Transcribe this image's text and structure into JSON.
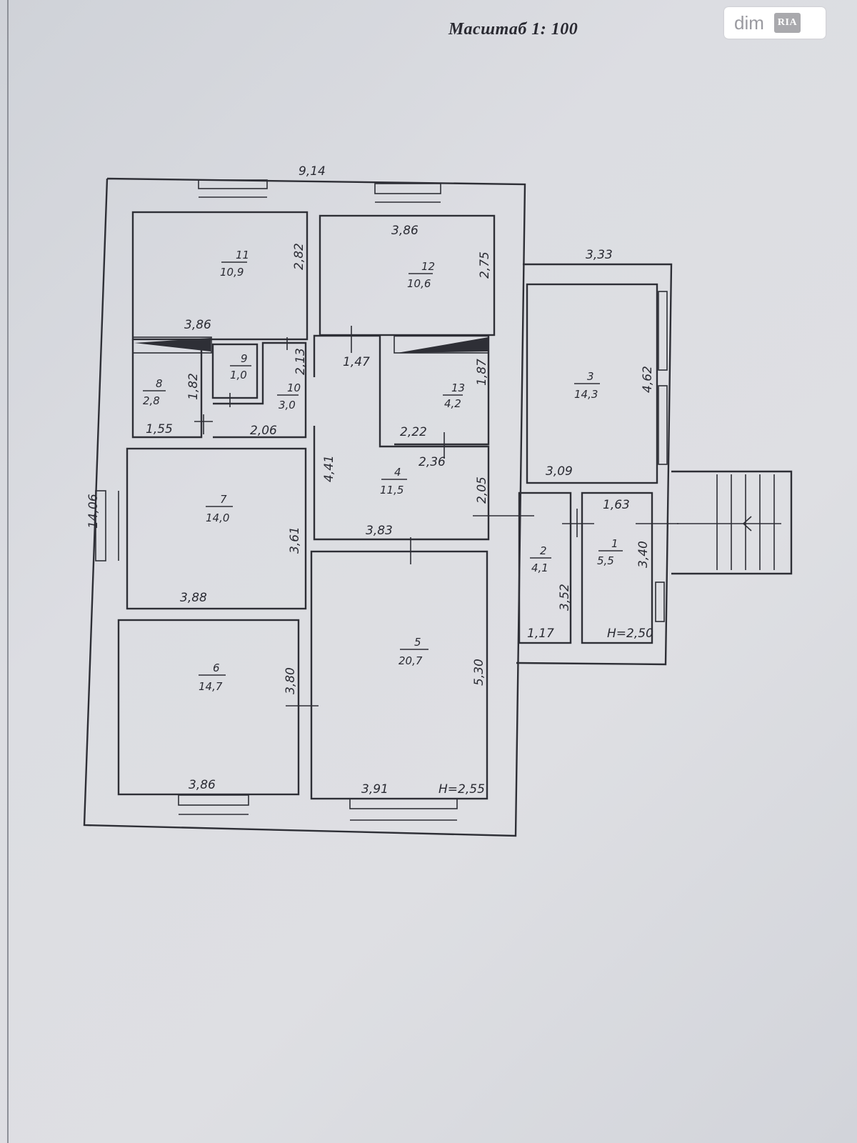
{
  "header": {
    "scale_label": "Масштаб 1: 100"
  },
  "watermark": {
    "brand_left": "dim",
    "brand_right": "RIA"
  },
  "colors": {
    "paper": "#dcdde2",
    "ink": "#2e2f36"
  },
  "rooms": [
    {
      "number": "1",
      "area": "5,5"
    },
    {
      "number": "2",
      "area": "4,1"
    },
    {
      "number": "3",
      "area": "14,3"
    },
    {
      "number": "4",
      "area": "11,5"
    },
    {
      "number": "5",
      "area": "20,7"
    },
    {
      "number": "6",
      "area": "14,7"
    },
    {
      "number": "7",
      "area": "14,0"
    },
    {
      "number": "8",
      "area": "2,8"
    },
    {
      "number": "9",
      "area": "1,0"
    },
    {
      "number": "10",
      "area": "3,0"
    },
    {
      "number": "11",
      "area": "10,9"
    },
    {
      "number": "12",
      "area": "10,6"
    },
    {
      "number": "13",
      "area": "4,2"
    }
  ],
  "dimensions": {
    "overall_width": "9,14",
    "overall_depth": "14,06",
    "annex_width": "3,33",
    "r11_w": "3,86",
    "r11_h": "2,82",
    "r12_w": "3,86",
    "r12_h": "2,75",
    "r3_w": "3,09",
    "r3_h": "4,62",
    "r8_w": "1,55",
    "r8_h": "1,82",
    "r10_h": "2,13",
    "r10_w": "2,06",
    "r4_top": "1,47",
    "r4_side": "4,41",
    "r4_right": "2,05",
    "r4_bottom": "3,83",
    "r4_step": "2,36",
    "r13_w": "2,22",
    "r13_h": "1,87",
    "r7_w": "3,88",
    "r7_h": "3,61",
    "r6_w": "3,86",
    "r6_h": "3,80",
    "r5_w": "3,91",
    "r5_h": "5,30",
    "r2_w": "1,17",
    "r2_h": "3,52",
    "r1_w": "1,63",
    "r1_h": "3,40"
  },
  "heights": {
    "main": "H=2,55",
    "annex": "H=2,50"
  }
}
